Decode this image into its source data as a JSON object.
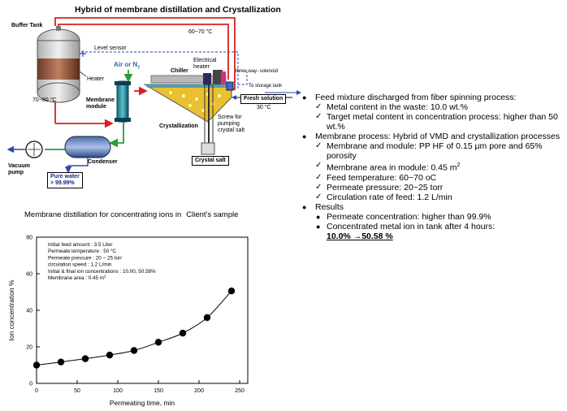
{
  "diagram": {
    "title": "Hybrid of membrane distillation and Crystallization",
    "labels": {
      "buffer_tank": "Buffer Tank",
      "level_sensor": "Level sensor",
      "heater": "Heater",
      "temp_tank": "70~80 °C",
      "temp_top": "60~70 °C",
      "air_n2": "Air or N",
      "air_n2_sub": "2",
      "membrane_module": "Membrane\nmodule",
      "chiller": "Chiller",
      "electrical_heater": "Electrical\nheater",
      "solenoid": "three way- solenoid",
      "storage": "To storage tank",
      "fresh_solution": "Fresh solution",
      "fresh_temp": "30 °C",
      "crystallization": "Crystallization",
      "screw": "Screw for\npumping\ncrystal salt",
      "crystal_salt": "Crystal salt",
      "condenser": "Condenser",
      "vacuum_pump": "Vacuum\npump",
      "pure_water": "Pure water\n> 99.99%"
    }
  },
  "section_title": "Membrane distillation for concentrating ions in",
  "section_title_suffix": "Client's sample",
  "chart_data": {
    "type": "line",
    "x": [
      0,
      30,
      60,
      90,
      120,
      150,
      180,
      210,
      240
    ],
    "y": [
      10.0,
      11.7,
      13.5,
      15.5,
      18.0,
      22.5,
      27.5,
      36.0,
      50.58
    ],
    "xlabel": "Permeating time, min",
    "ylabel": "Ion concentration %",
    "xlim": [
      0,
      260
    ],
    "ylim": [
      0,
      80
    ],
    "xticks": [
      "0",
      "50",
      "100",
      "150",
      "200",
      "250"
    ],
    "yticks": [
      "0",
      "20",
      "40",
      "60",
      "80"
    ],
    "annotation": [
      "Initial feed amount : 3.5 Liter",
      "Permeate temperature : 50 °C",
      "Permeate pressure : 20 ~ 25 torr",
      "circulation speed : 1.2 L/min",
      "Initial & final ion concentrations : 10.00, 50.58%",
      "Membrane area : 0.45 m"
    ],
    "annotation_sup": "2"
  },
  "summary": {
    "feed_header": "Feed mixture discharged from fiber spinning process:",
    "feed_items": [
      "Metal content in the waste: 10.0 wt.%",
      "Target metal content in concentration process: higher than 50 wt.%"
    ],
    "membrane_header": "Membrane process: Hybrid of VMD and crystallization processes",
    "membrane_items": [
      "Membrane and module: PP HF of 0.15 μm pore and 65% porosity",
      "Membrane area in module: 0.45 m",
      "Feed temperature: 60~70 oC",
      "Permeate pressure: 20~25 torr",
      "Circulation rate of feed: 1.2 L/min"
    ],
    "area_sup": "2",
    "results_header": "Results",
    "results_items": [
      "Permeate concentration: higher than 99.9%",
      "Concentrated metal ion in tank after 4 hours:"
    ],
    "results_final": "10.0% →50.58 %"
  }
}
